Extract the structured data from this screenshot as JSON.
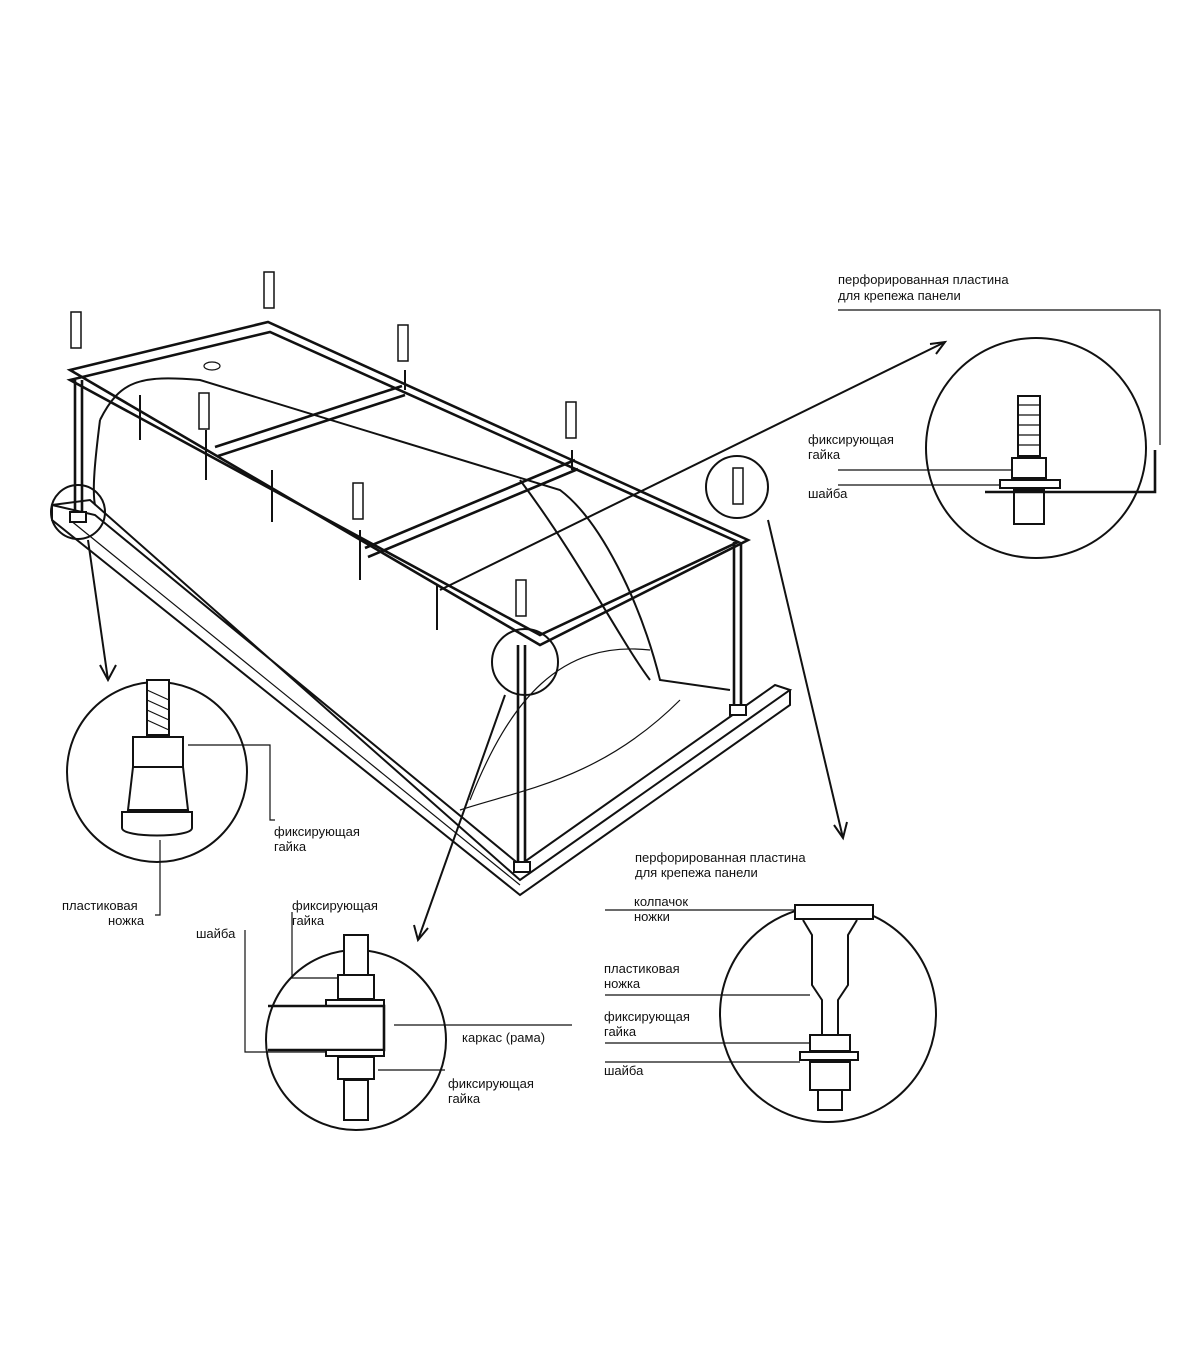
{
  "labels": {
    "plate_top_line1": "перфорированная пластина",
    "plate_top_line2": "для крепежа панели",
    "nut_top_line1": "фиксирующая",
    "nut_top_line2": "гайка",
    "washer_top": "шайба",
    "foot_nut_line1": "фиксирующая",
    "foot_nut_line2": "гайка",
    "foot_leg_line1": "пластиковая",
    "foot_leg_line2": "ножка",
    "frame_nut1_line1": "фиксирующая",
    "frame_nut1_line2": "гайка",
    "frame_washer": "шайба",
    "frame_body": "каркас (рама)",
    "frame_nut2_line1": "фиксирующая",
    "frame_nut2_line2": "гайка",
    "leg_plate_line1": "перфорированная пластина",
    "leg_plate_line2": "для крепежа панели",
    "leg_cap_line1": "колпачок",
    "leg_cap_line2": "ножки",
    "leg_plastic_line1": "пластиковая",
    "leg_plastic_line2": "ножка",
    "leg_nut_line1": "фиксирующая",
    "leg_nut_line2": "гайка",
    "leg_washer": "шайба"
  },
  "colors": {
    "ink": "#111111",
    "paper": "#ffffff"
  }
}
